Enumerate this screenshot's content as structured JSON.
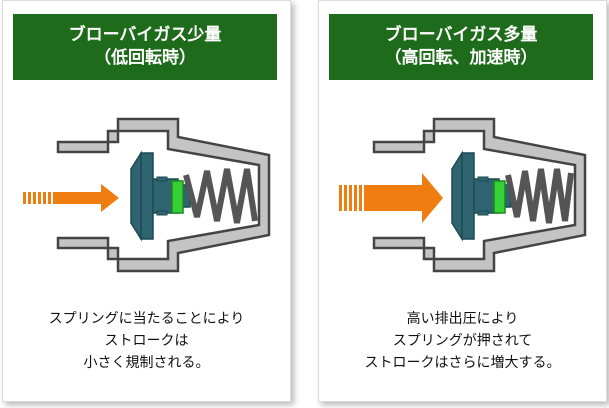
{
  "colors": {
    "header_bg": "#1f6b1c",
    "housing_fill": "#c4c4c4",
    "housing_stroke": "#444444",
    "valve": "#2e6570",
    "seat": "#35d135",
    "spring": "#555555",
    "arrow": "#f07d10"
  },
  "panels": [
    {
      "title_line1": "ブローバイガス少量",
      "title_line2": "（低回転時）",
      "flow_level": "low",
      "caption": [
        "スプリングに当たることにより",
        "ストロークは",
        "小さく規制される。"
      ]
    },
    {
      "title_line1": "ブローバイガス多量",
      "title_line2": "（高回転、加速時）",
      "flow_level": "high",
      "caption": [
        "高い排出圧により",
        "スプリングが押されて",
        "ストロークはさらに増大する。"
      ]
    }
  ]
}
